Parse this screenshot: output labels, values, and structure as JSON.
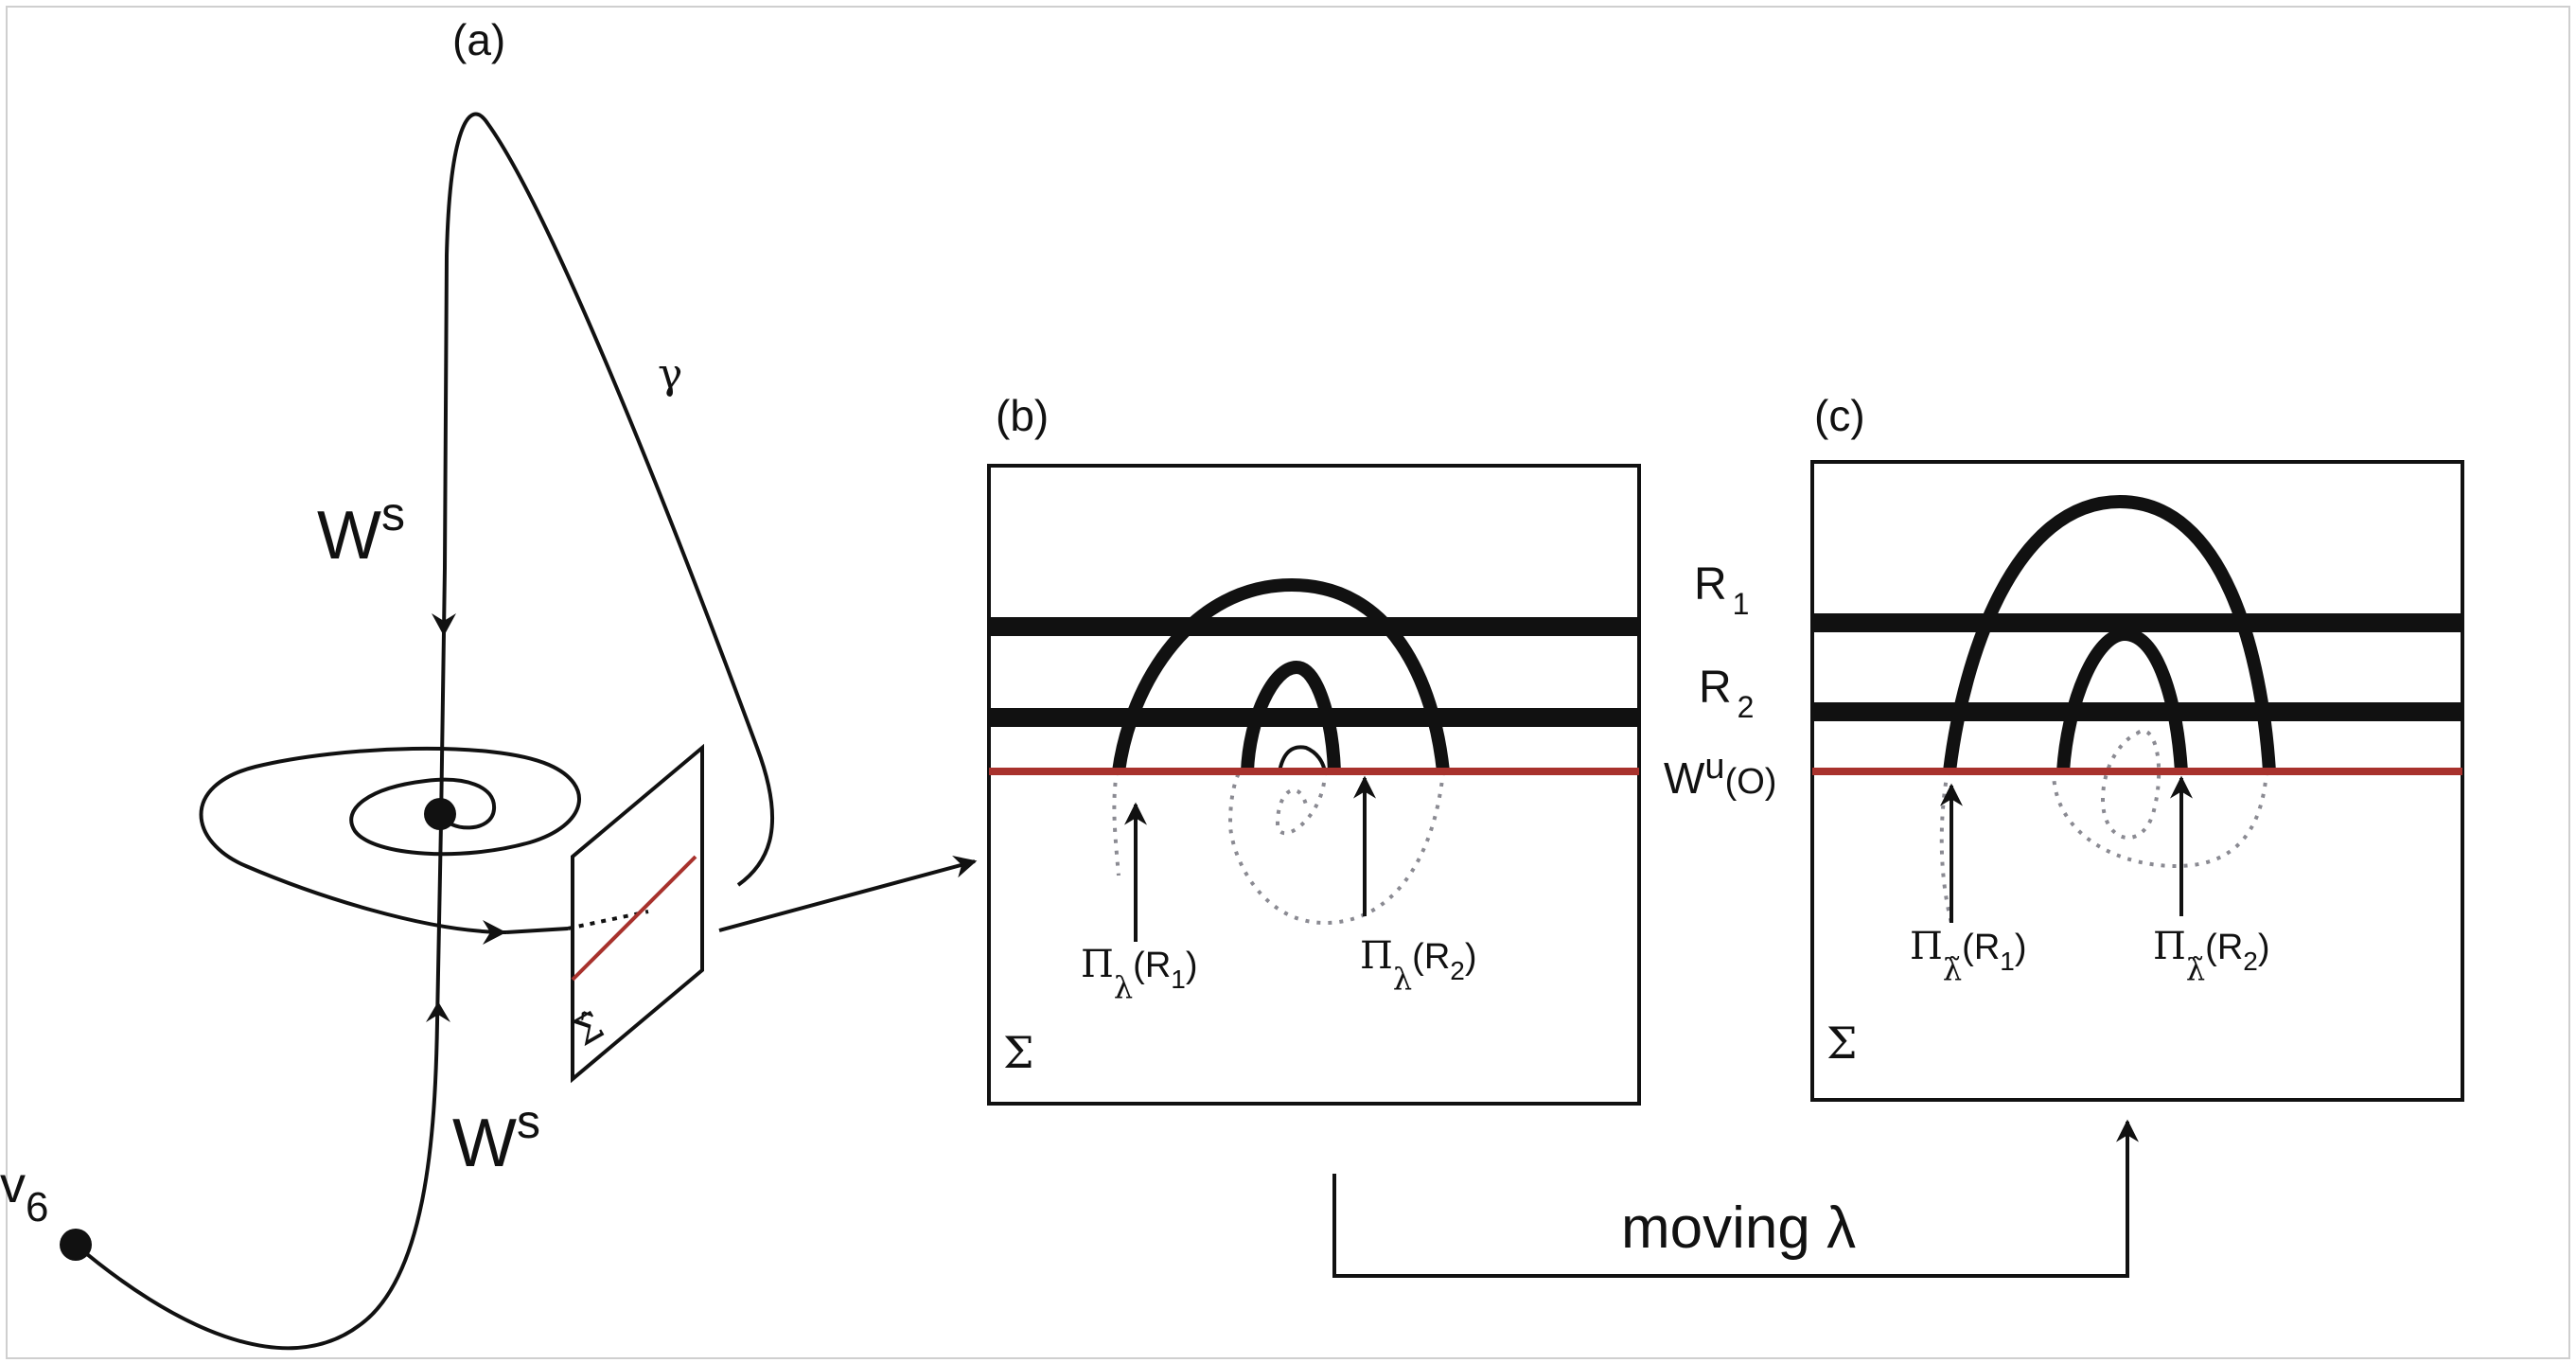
{
  "panel_a": {
    "tag": "(a)",
    "gamma": "γ",
    "ws_upper_base": "W",
    "ws_upper_sup": "s",
    "ws_lower_base": "W",
    "ws_lower_sup": "s",
    "v6_base": "v",
    "v6_sub": "6",
    "sigma_hat": "Σ̂"
  },
  "panel_b": {
    "tag": "(b)",
    "sigma": "Σ",
    "pi1_pi": "Π",
    "pi1_sub": "λ",
    "pi1_arg": "(R",
    "pi1_argsub": "1",
    "pi1_close": ")",
    "pi2_pi": "Π",
    "pi2_sub": "λ",
    "pi2_arg": "(R",
    "pi2_argsub": "2",
    "pi2_close": ")"
  },
  "panel_c": {
    "tag": "(c)",
    "sigma": "Σ",
    "pi1_pi": "Π",
    "pi1_sub": "λ̃",
    "pi1_arg": "(R",
    "pi1_argsub": "1",
    "pi1_close": ")",
    "pi2_pi": "Π",
    "pi2_sub": "λ̃",
    "pi2_arg": "(R",
    "pi2_argsub": "2",
    "pi2_close": ")"
  },
  "row_labels": {
    "r1_base": "R",
    "r1_sub": "1",
    "r2_base": "R",
    "r2_sub": "2",
    "wu_base": "W",
    "wu_sup": "u",
    "wu_arg": "(O)"
  },
  "bottom": {
    "moving_label": "moving λ"
  },
  "colors": {
    "line": "#111111",
    "red": "#a8322d",
    "dotted": "#8a8a92"
  }
}
